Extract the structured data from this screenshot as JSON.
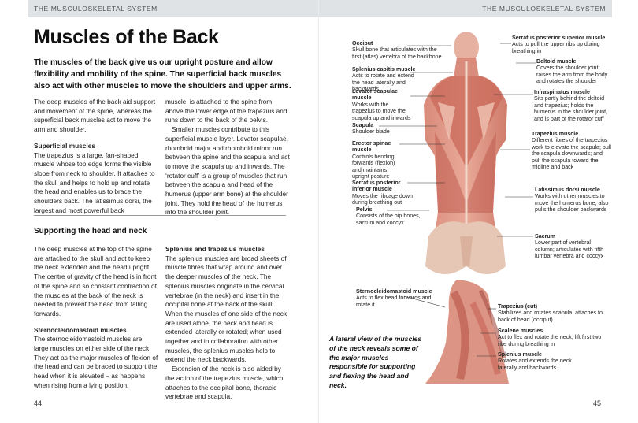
{
  "left_page": {
    "running_head": "THE MUSCULOSKELETAL SYSTEM",
    "title": "Muscles of the Back",
    "intro": "The muscles of the back give us our upright posture and allow flexibility and mobility of the spine. The superficial back muscles also act with other muscles to move the shoulders and upper arms.",
    "col1_p1": "The deep muscles of the back aid support and movement of the spine, whereas the superficial back muscles act to move the arm and shoulder.",
    "col1_sub": "Superficial muscles",
    "col1_p2": "The trapezius is a large, fan-shaped muscle whose top edge forms the visible slope from neck to shoulder. It attaches to the skull and helps to hold up and rotate the head and enables us to brace the shoulders back. The latissimus dorsi, the largest and most powerful back",
    "col2_p1": "muscle, is attached to the spine from above the lower edge of the trapezius and runs down to the back of the pelvis.",
    "col2_p2": "Smaller muscles contribute to this superficial muscle layer. Levator scapulae, rhomboid major and rhomboid minor run between the spine and the scapula and act to move the scapula up and inwards. The ‘rotator cuff’ is a group of muscles that run between the scapula and head of the humerus (upper arm bone) at the shoulder joint. They hold the head of the humerus into the shoulder joint.",
    "section_title": "Supporting the head and neck",
    "col3_p1": "The deep muscles at the top of the spine are attached to the skull and act to keep the neck extended and the head upright. The centre of gravity of the head is in front of the spine and so constant contraction of the muscles at the back of the neck is needed to prevent the head from falling forwards.",
    "col3_sub": "Sternocleidomastoid muscles",
    "col3_p2": "The sternocleidomastoid muscles are large muscles on either side of the neck. They act as the major muscles of flexion of the head and can be braced to support the head when it is elevated – as happens when rising from a lying position.",
    "col4_sub": "Splenius and trapezius muscles",
    "col4_p1": "The splenius muscles are broad sheets of muscle fibres that wrap around and over the deeper muscles of the neck. The splenius muscles originate in the cervical vertebrae (in the neck) and insert in the occipital bone at the back of the skull. When the muscles of one side of the neck are used alone, the neck and head is extended laterally or rotated; when used together and in collaboration with other muscles, the splenius muscles help to extend the neck backwards.",
    "col4_p2": "Extension of the neck is also aided by the action of the trapezius muscle, which attaches to the occipital bone, thoracic vertebrae and scapula.",
    "page_number": "44"
  },
  "right_page": {
    "running_head": "THE MUSCULOSKELETAL SYSTEM",
    "page_number": "45",
    "caption": "A lateral view of the muscles of the neck reveals some of the major muscles responsible for supporting and flexing the head and neck.",
    "labels_left": [
      {
        "title": "Occiput",
        "text": "Skull bone that articulates with the first (atlas) vertebra of the backbone"
      },
      {
        "title": "Splenius capitis muscle",
        "text": "Acts to rotate and extend the head laterally and backwards"
      },
      {
        "title": "Levator scapulae muscle",
        "text": "Works with the trapezius to move the scapula up and inwards"
      },
      {
        "title": "Scapula",
        "text": "Shoulder blade"
      },
      {
        "title": "Erector spinae muscle",
        "text": "Controls bending forwards (flexion) and maintains upright posture"
      },
      {
        "title": "Serratus posterior inferior muscle",
        "text": "Moves the ribcage down during breathing out"
      },
      {
        "title": "Pelvis",
        "text": "Consists of the hip bones, sacrum and coccyx"
      }
    ],
    "labels_right": [
      {
        "title": "Serratus posterior superior muscle",
        "text": "Acts to pull the upper ribs up during breathing in"
      },
      {
        "title": "Deltoid muscle",
        "text": "Covers the shoulder joint; raises the arm from the body and rotates the shoulder"
      },
      {
        "title": "Infraspinatus muscle",
        "text": "Sits partly behind the deltoid and trapezius; holds the humerus in the shoulder joint, and is part of the rotator cuff"
      },
      {
        "title": "Trapezius muscle",
        "text": "Different fibres of the trapezius work to elevate the scapula; pull the scapula downwards; and pull the scapula toward the midline and back"
      },
      {
        "title": "Latissimus dorsi muscle",
        "text": "Works with other muscles to move the humerus bone; also pulls the shoulder backwards"
      },
      {
        "title": "Sacrum",
        "text": "Lower part of vertebral column; articulates with fifth lumbar vertebra and coccyx"
      }
    ],
    "labels_neck": [
      {
        "title": "Sternocleidomastoid muscle",
        "text": "Acts to flex head forwards and rotate it"
      },
      {
        "title": "Trapezius (cut)",
        "text": "Stabilizes and rotates scapula; attaches to back of head (occiput)"
      },
      {
        "title": "Scalene muscles",
        "text": "Act to flex and rotate the neck; lift first two ribs during breathing in"
      },
      {
        "title": "Splenius muscle",
        "text": "Rotates and extends the neck laterally and backwards"
      }
    ]
  }
}
